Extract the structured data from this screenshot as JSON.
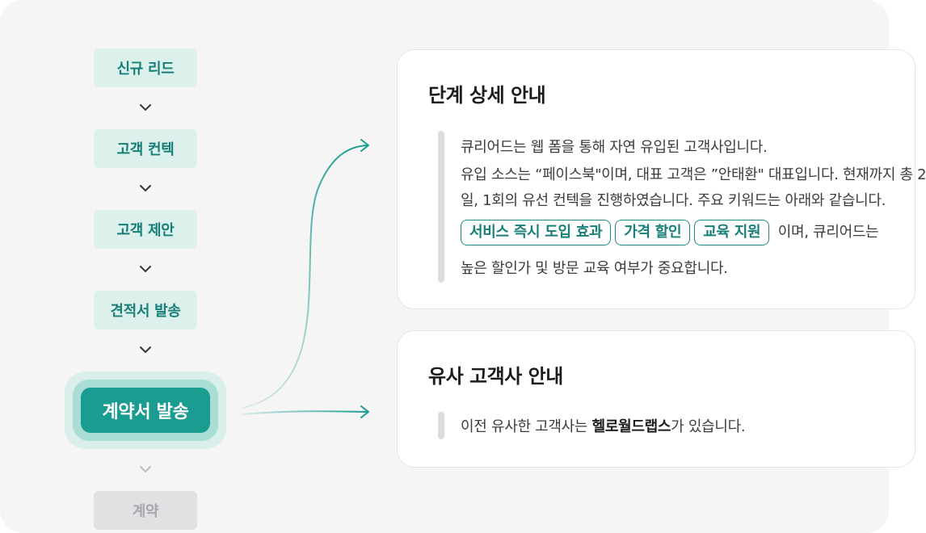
{
  "pipeline": {
    "steps": [
      {
        "label": "신규 리드"
      },
      {
        "label": "고객 컨텍"
      },
      {
        "label": "고객 제안"
      },
      {
        "label": "견적서 발송"
      }
    ],
    "active_step": {
      "label": "계약서 발송"
    },
    "upcoming_step": {
      "label": "계약"
    }
  },
  "stage_detail_card": {
    "title": "단계 상세 안내",
    "line1": "큐리어드는 웹 폼을 통해 자연 유입된 고객사입니다.",
    "line2": "유입 소스는 “페이스북\"이며, 대표 고객은 ”안태환\" 대표입니다. 현재까지 총 2",
    "line3": "일, 1회의 유선 컨텍을 진행하였습니다. 주요 키워드는 아래와  같습니다.",
    "keywords": [
      "서비스 즉시 도입 효과",
      "가격 할인",
      "교육 지원"
    ],
    "line4_suffix": "이며, 큐리어드는",
    "line5": "높은 할인가 및 방문 교육 여부가 중요합니다."
  },
  "similar_customer_card": {
    "title": "유사 고객사 안내",
    "text_before": "이전 유사한 고객사는 ",
    "highlight": "헬로월드랩스",
    "text_after": "가 있습니다."
  },
  "colors": {
    "accent": "#1a9c91",
    "accent_text": "#177f78",
    "step_bg": "#dcf0ec",
    "panel_bg": "#f5f5f5"
  }
}
